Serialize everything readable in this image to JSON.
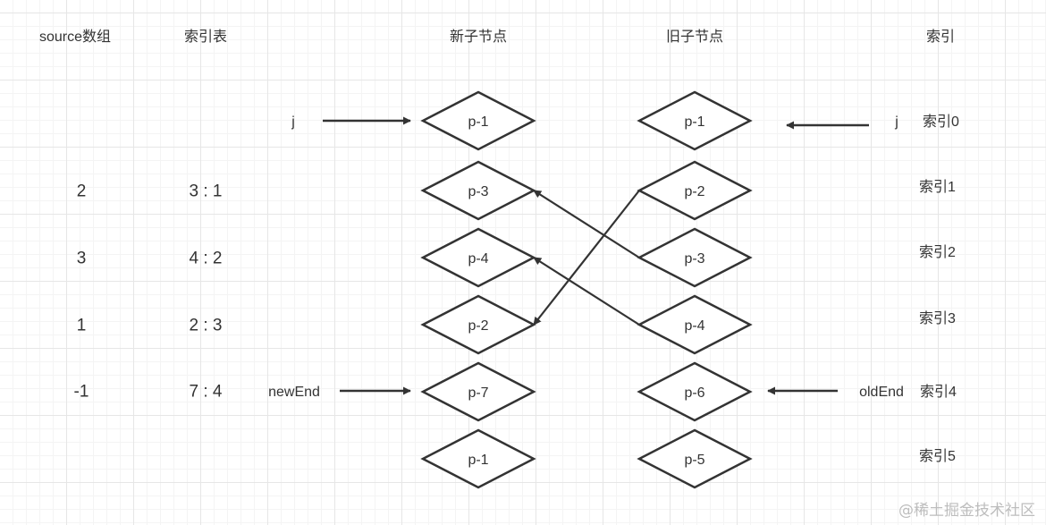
{
  "headers": {
    "source_array": "source数组",
    "index_table": "索引表",
    "new_children": "新子节点",
    "old_children": "旧子节点",
    "index": "索引"
  },
  "source_values": [
    "2",
    "3",
    "1",
    "-1"
  ],
  "index_table_values": [
    "3 : 1",
    "4 : 2",
    "2 : 3",
    "7 : 4"
  ],
  "new_nodes": [
    "p-1",
    "p-3",
    "p-4",
    "p-2",
    "p-7",
    "p-1"
  ],
  "old_nodes": [
    "p-1",
    "p-2",
    "p-3",
    "p-4",
    "p-6",
    "p-5"
  ],
  "index_labels": [
    "索引0",
    "索引1",
    "索引2",
    "索引3",
    "索引4",
    "索引5"
  ],
  "pointers": {
    "new_j": "j",
    "old_j": "j",
    "new_end": "newEnd",
    "old_end": "oldEnd"
  },
  "moves": [
    {
      "from_old": "p-2",
      "to_new": "p-2"
    },
    {
      "from_old": "p-3",
      "to_new": "p-3"
    },
    {
      "from_old": "p-4",
      "to_new": "p-4"
    }
  ],
  "colors": {
    "stroke": "#333333",
    "text": "#333333",
    "grid_major": "#e6e6e6",
    "grid_minor": "#f4f4f4",
    "watermark": "#bdbdbd"
  },
  "watermark": "@稀土掘金技术社区"
}
